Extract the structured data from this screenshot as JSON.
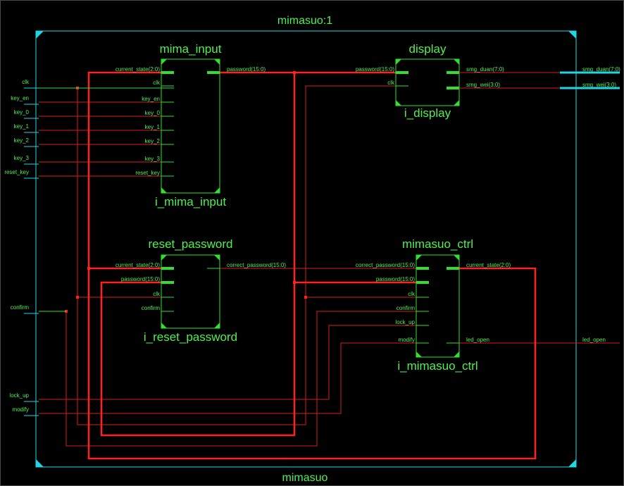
{
  "top_title": "mimasuo:1",
  "bottom_title": "mimasuo",
  "top_inputs": [
    "clk",
    "key_en",
    "key_0",
    "key_1",
    "key_2",
    "key_3",
    "reset_key",
    "confirm",
    "lock_up",
    "modify"
  ],
  "top_outputs": [
    "smg_duan(7:0)",
    "smg_wei(3:0)",
    "led_open"
  ],
  "blocks": {
    "mima_input": {
      "name": "mima_input",
      "instance": "i_mima_input",
      "inputs": [
        "current_state(2:0)",
        "clk",
        "key_en",
        "key_0",
        "key_1",
        "key_2",
        "key_3",
        "reset_key"
      ],
      "outputs": [
        "password(15:0)"
      ]
    },
    "display": {
      "name": "display",
      "instance": "i_display",
      "inputs": [
        "password(15:0)",
        "clk"
      ],
      "outputs": [
        "smg_duan(7:0)",
        "smg_wei(3:0)"
      ]
    },
    "reset_password": {
      "name": "reset_password",
      "instance": "i_reset_password",
      "inputs": [
        "current_state(2:0)",
        "password(15:0)",
        "clk",
        "confirm"
      ],
      "outputs": [
        "correct_password(15:0)"
      ]
    },
    "mimasuo_ctrl": {
      "name": "mimasuo_ctrl",
      "instance": "i_mimasuo_ctrl",
      "inputs": [
        "correct_password(15:0)",
        "password(15:0)",
        "clk",
        "confirm",
        "lock_up",
        "modify"
      ],
      "outputs": [
        "current_state(2:0)",
        "led_open"
      ]
    }
  },
  "colors": {
    "frame": "#1fd6e6",
    "block": "#2fe02f",
    "wire": "#d42020",
    "bus": "#ff2020",
    "text": "#4ff04f"
  }
}
